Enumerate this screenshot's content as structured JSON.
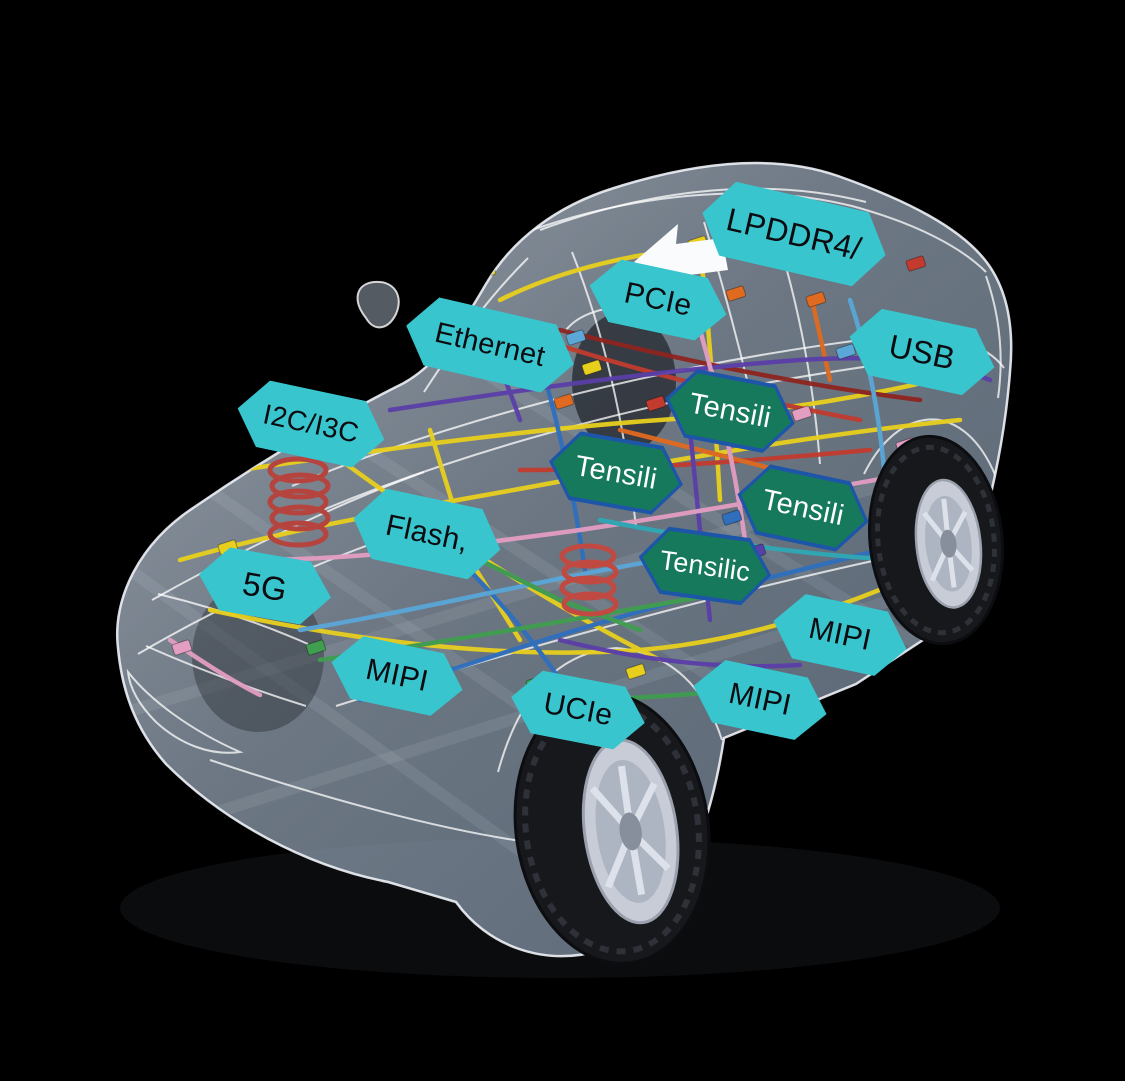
{
  "colors": {
    "background": "#000000",
    "tag_cyan": "#38c5ce",
    "tag_green": "#16795c",
    "tag_green_border": "#1d56a8",
    "tag_text_dark": "#0c0c10",
    "tag_text_light": "#ffffff"
  },
  "illustration": {
    "name": "x-ray-car-with-wiring-harness",
    "alt": "Semi-transparent SUV rendering with colorful wiring harnesses"
  },
  "labels": [
    {
      "text": "LPDDR4/",
      "variant": "cyan"
    },
    {
      "text": "PCIe",
      "variant": "cyan"
    },
    {
      "text": "Ethernet",
      "variant": "cyan"
    },
    {
      "text": "USB",
      "variant": "cyan"
    },
    {
      "text": "I2C/I3C",
      "variant": "cyan"
    },
    {
      "text": "Tensili",
      "variant": "green"
    },
    {
      "text": "Tensili",
      "variant": "green"
    },
    {
      "text": "Tensili",
      "variant": "green"
    },
    {
      "text": "Flash,",
      "variant": "cyan"
    },
    {
      "text": "Tensilic",
      "variant": "green"
    },
    {
      "text": "5G",
      "variant": "cyan"
    },
    {
      "text": "MIPI",
      "variant": "cyan"
    },
    {
      "text": "MIPI",
      "variant": "cyan"
    },
    {
      "text": "MIPI",
      "variant": "cyan"
    },
    {
      "text": "UCIe",
      "variant": "cyan"
    }
  ]
}
